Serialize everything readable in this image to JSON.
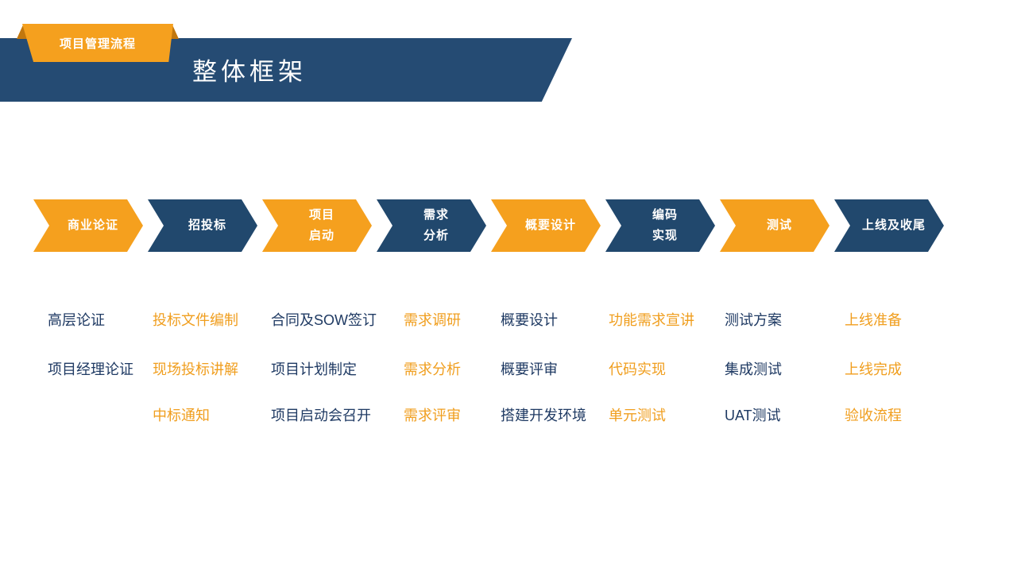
{
  "colors": {
    "orange": "#F5A01E",
    "navy": "#21486D",
    "banner": "#254B73",
    "fold": "#C1770E",
    "navyText": "#1F3A63",
    "orangeText": "#F09E1E"
  },
  "header": {
    "tag_label": "项目管理流程",
    "title": "整体框架"
  },
  "process": {
    "stages": [
      {
        "label": "商业论证",
        "theme": "orange"
      },
      {
        "label": "招投标",
        "theme": "navy"
      },
      {
        "label": "项目\n启动",
        "theme": "orange"
      },
      {
        "label": "需求\n分析",
        "theme": "navy"
      },
      {
        "label": "概要设计",
        "theme": "orange"
      },
      {
        "label": "编码\n实现",
        "theme": "navy"
      },
      {
        "label": "测试",
        "theme": "orange"
      },
      {
        "label": "上线及收尾",
        "theme": "navy"
      }
    ],
    "columns": [
      {
        "theme": "navy",
        "items": [
          "高层论证",
          "项目经理论证"
        ]
      },
      {
        "theme": "orange",
        "items": [
          "投标文件编制",
          "现场投标讲解",
          "中标通知"
        ]
      },
      {
        "theme": "navy",
        "items": [
          "合同及SOW签订",
          "项目计划制定",
          "项目启动会召开"
        ]
      },
      {
        "theme": "orange",
        "items": [
          "需求调研",
          "需求分析",
          "需求评审"
        ]
      },
      {
        "theme": "navy",
        "items": [
          "概要设计",
          "概要评审",
          "搭建开发环境"
        ]
      },
      {
        "theme": "orange",
        "items": [
          "功能需求宣讲",
          "代码实现",
          "单元测试"
        ]
      },
      {
        "theme": "navy",
        "items": [
          "测试方案",
          "集成测试",
          "UAT测试"
        ]
      },
      {
        "theme": "orange",
        "items": [
          "上线准备",
          "上线完成",
          "验收流程"
        ]
      }
    ]
  }
}
